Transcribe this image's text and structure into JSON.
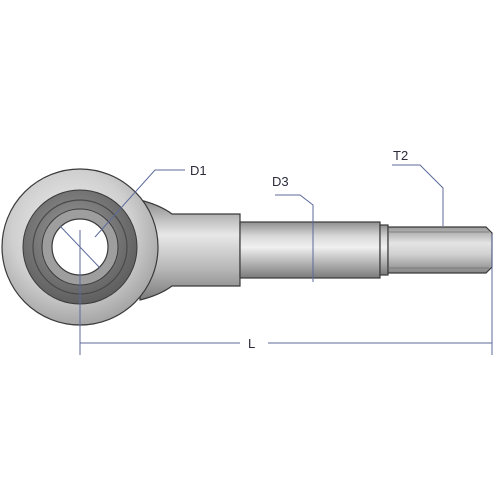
{
  "labels": {
    "d1": "D1",
    "d3": "D3",
    "t2": "T2",
    "l": "L"
  },
  "colors": {
    "metal_light": "#e6e6e6",
    "metal_mid": "#b8b8b8",
    "metal_dark": "#8a8a8a",
    "bearing_dark": "#6e6e6e",
    "dimension_line": "#5b6a9a",
    "outline": "#3a3a3a"
  }
}
